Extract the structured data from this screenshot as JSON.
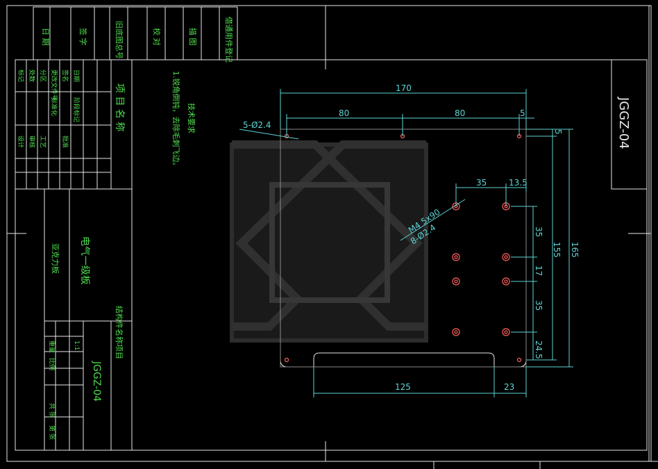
{
  "drawing": {
    "code": "JGGZ-04",
    "code_side": "JGGZ-04",
    "part_name": "电气一级板",
    "material": "亚克力板",
    "project_label": "项 目 名 称",
    "structure_label": "结构件名称项目"
  },
  "tech_notes": {
    "title": "技术要求",
    "line1": "1.锐角倒钝，去除毛刺飞边。"
  },
  "header_cells": [
    "日 期",
    "签 字",
    "旧底图总号",
    "校 对",
    "描 图",
    "借通用件登记"
  ],
  "left_cells": [
    "标记",
    "处数",
    "分区",
    "更改文件号",
    "签名",
    "日期",
    "设计",
    "审核",
    "工艺",
    "标准化",
    "批准",
    "阶段标记",
    "重量",
    "比例",
    "共 张",
    "第 张"
  ],
  "scale_text": "1:1",
  "dims": {
    "d170": "170",
    "d80a": "80",
    "d80b": "80",
    "d5a": "5",
    "d5b": "5",
    "d35a": "35",
    "d13_5": "13.5",
    "d35b": "35",
    "d155": "155",
    "d165": "165",
    "d17": "17",
    "d35c": "35",
    "d24_5": "24.5",
    "d125": "125",
    "d23": "23",
    "hole_small": "5-Ø2.4",
    "hole_big": "8-Ø2.4",
    "thread": "M4 5x90"
  },
  "colors": {
    "border": "#e8e8e8",
    "dimension": "#5fd4d4",
    "text": "#4fdc4f",
    "hole": "#ff6060",
    "watermark": "#2a2a2a"
  }
}
